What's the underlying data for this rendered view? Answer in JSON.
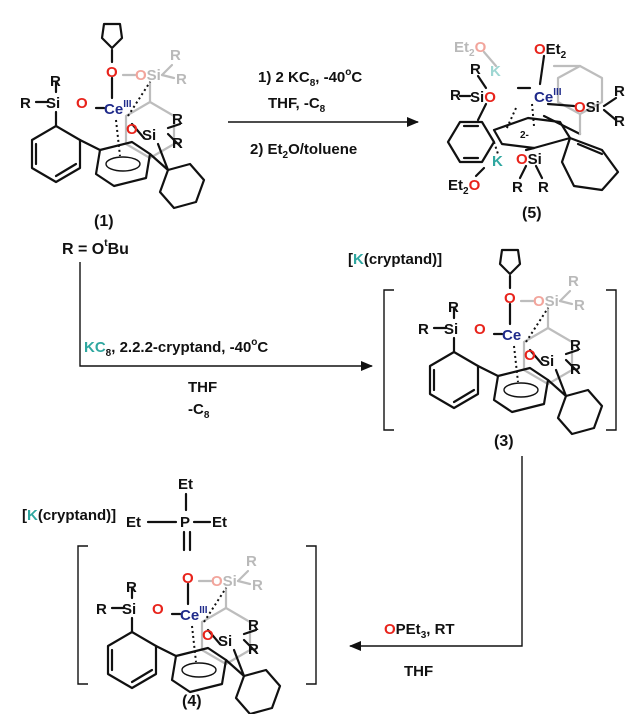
{
  "compounds": {
    "c1": {
      "label": "1",
      "r_def": "R = O",
      "r_def_sup": "t",
      "r_def_tail": "Bu"
    },
    "c3": {
      "label": "3",
      "counter": "[K(cryptand)]"
    },
    "c4": {
      "label": "4",
      "counter": "[K(cryptand)]"
    },
    "c5": {
      "label": "5",
      "charge": "2-"
    }
  },
  "atoms": {
    "R": "R",
    "SiO": "SiO",
    "Si": "Si",
    "O": "O",
    "Ce": "Ce",
    "ox": "III",
    "K": "K",
    "P": "P",
    "Et": "Et"
  },
  "reactions": {
    "r1": {
      "step1": "1) 2 KC",
      "step1_sub": "8",
      "step1_tail": ", -40",
      "step1_deg": "o",
      "step1_c": "C",
      "solvent": "THF, -C",
      "solvent_sub": "8",
      "step2": "2) Et",
      "step2_sub": "2",
      "step2_tail": "O/toluene"
    },
    "r2": {
      "line1": "KC",
      "line1_sub": "8",
      "line1_tail": ", 2.2.2-cryptand,  -40",
      "line1_deg": "o",
      "line1_c": "C",
      "solvent": "THF",
      "byproduct": "-C",
      "byproduct_sub": "8"
    },
    "r3": {
      "reagent_o": "O",
      "reagent_tail": "PEt",
      "reagent_sub": "3",
      "reagent_rt": ", RT",
      "solvent": "THF"
    }
  },
  "ligands": {
    "et2o": "Et",
    "et2o_sub": "2",
    "et2o_tail": "O",
    "oet2_o": "O",
    "oet2_tail": "Et",
    "oet2_sub": "2"
  },
  "colors": {
    "oxygen": "#e8231b",
    "cerium": "#1f2a8a",
    "potassium": "#2fa7a0",
    "ghost": "#b9b9b9"
  }
}
